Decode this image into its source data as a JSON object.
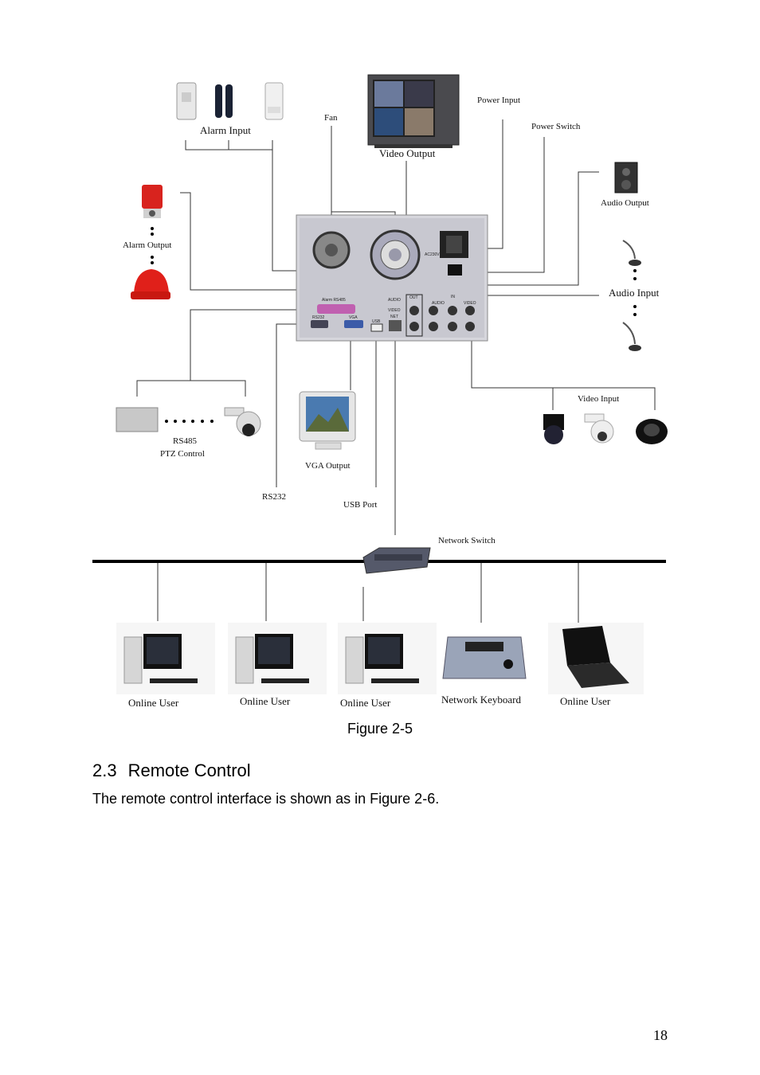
{
  "diagram": {
    "labels": {
      "alarm_input": "Alarm Input",
      "fan": "Fan",
      "video_output": "Video Output",
      "power_input": "Power Input",
      "power_switch": "Power Switch",
      "audio_output": "Audio Output",
      "alarm_output": "Alarm Output",
      "audio_input": "Audio Input",
      "rs485": "RS485",
      "ptz_control": "PTZ Control",
      "vga_output": "VGA Output",
      "video_input": "Video Input",
      "rs232": "RS232",
      "usb_port": "USB Port",
      "network_switch": "Network Switch",
      "online_user_1": "Online User",
      "online_user_2": "Online User",
      "online_user_3": "Online User",
      "network_keyboard": "Network Keyboard",
      "online_user_4": "Online User"
    },
    "panel_marks": {
      "ac230v": "AC230V",
      "alarm_rs485": "Alarm  RS485",
      "rs232": "RS232",
      "vga": "VGA",
      "usb": "USB",
      "audio": "AUDIO",
      "video": "VIDEO",
      "net": "NET",
      "out": "OUT",
      "audio_in": "AUDIO",
      "in": "IN",
      "video_in": "VIDEO"
    }
  },
  "caption": "Figure 2-5",
  "section": {
    "number": "2.3",
    "title": "Remote Control"
  },
  "body_text": "The remote control interface is shown as in Figure 2-6.",
  "page_number": "18"
}
